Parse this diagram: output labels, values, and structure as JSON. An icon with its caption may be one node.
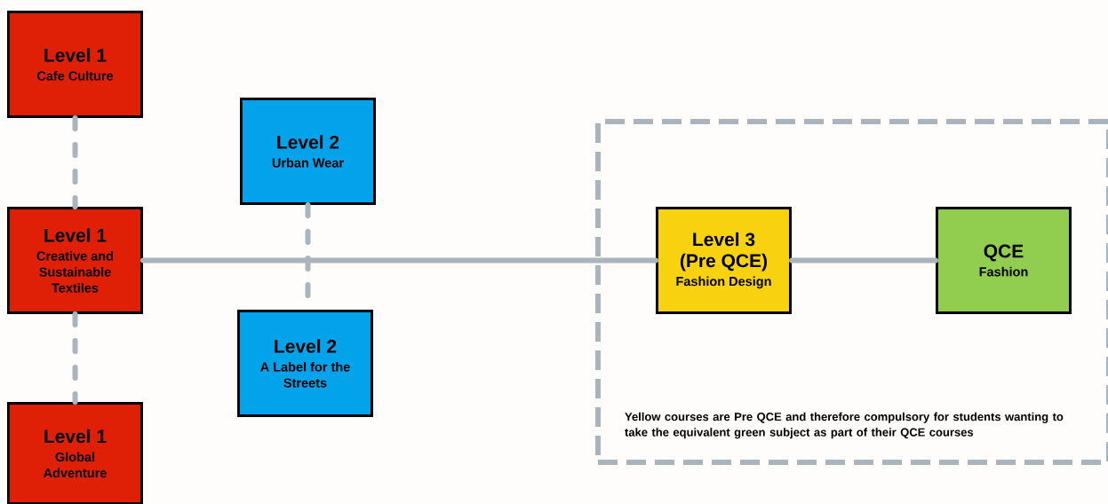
{
  "diagram": {
    "nodes": [
      {
        "text": [
          "Level 1",
          "Cafe Culture"
        ]
      },
      {
        "text": [
          "Level 1",
          "Creative and Sustainable Textiles"
        ]
      },
      {
        "text": [
          "Level 1",
          "Global Adventure"
        ]
      },
      {
        "text": [
          "Level 2",
          "Urban Wear"
        ]
      },
      {
        "text": [
          "Level 2",
          "A Label for the Streets"
        ]
      },
      {
        "text": [
          "Yellow courses are Pre QCE and therefore compulsory for students wanting to take the equivalent green subject as part of their QCE courses"
        ]
      },
      {
        "text": [
          "Level 3 (Pre QCE)",
          "Fashion Design"
        ],
        "in": 5
      },
      {
        "text": [
          "QCE",
          "Fashion"
        ],
        "in": 5
      }
    ],
    "edges": [
      {
        "from": 0,
        "to": 1,
        "arrow": "none",
        "style": "dashed"
      },
      {
        "from": 1,
        "to": 2,
        "arrow": "none",
        "style": "dashed"
      },
      {
        "from": 3,
        "to": 4,
        "arrow": "none",
        "style": "dashed"
      },
      {
        "from": 1,
        "to": 6,
        "arrow": "none"
      },
      {
        "from": 6,
        "to": 7,
        "arrow": "none"
      }
    ]
  }
}
